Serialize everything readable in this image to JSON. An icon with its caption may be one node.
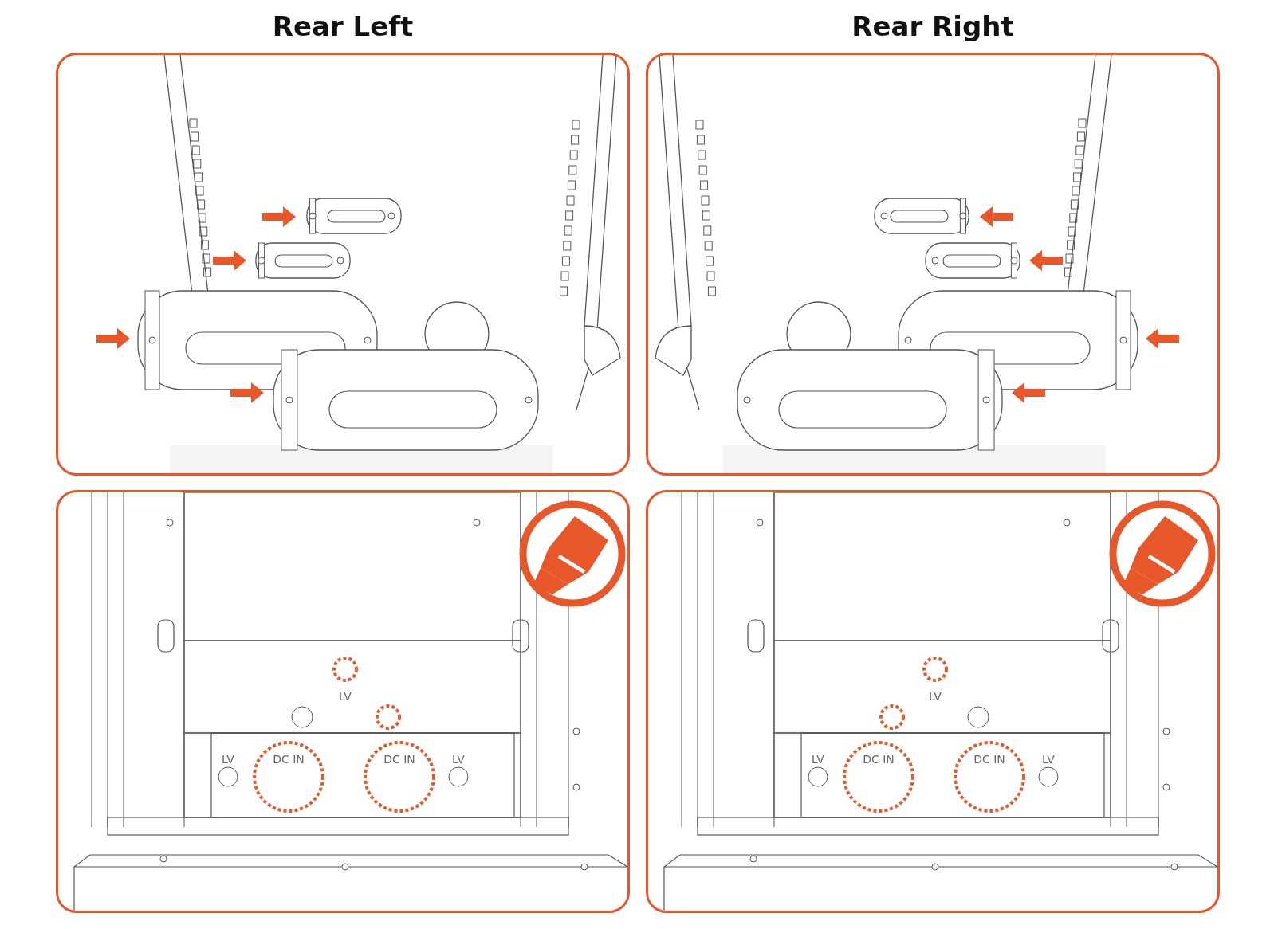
{
  "diagram": {
    "nodes": [
      {
        "text": [
          "Rear Left"
        ]
      },
      {
        "text": [
          "Rear Right"
        ]
      },
      {
        "text": [
          "LV",
          "LV",
          "DC IN",
          "DC IN",
          "LV"
        ]
      },
      {
        "text": [
          "LV",
          "LV",
          "DC IN",
          "DC IN",
          "LV"
        ]
      }
    ],
    "edges": []
  }
}
